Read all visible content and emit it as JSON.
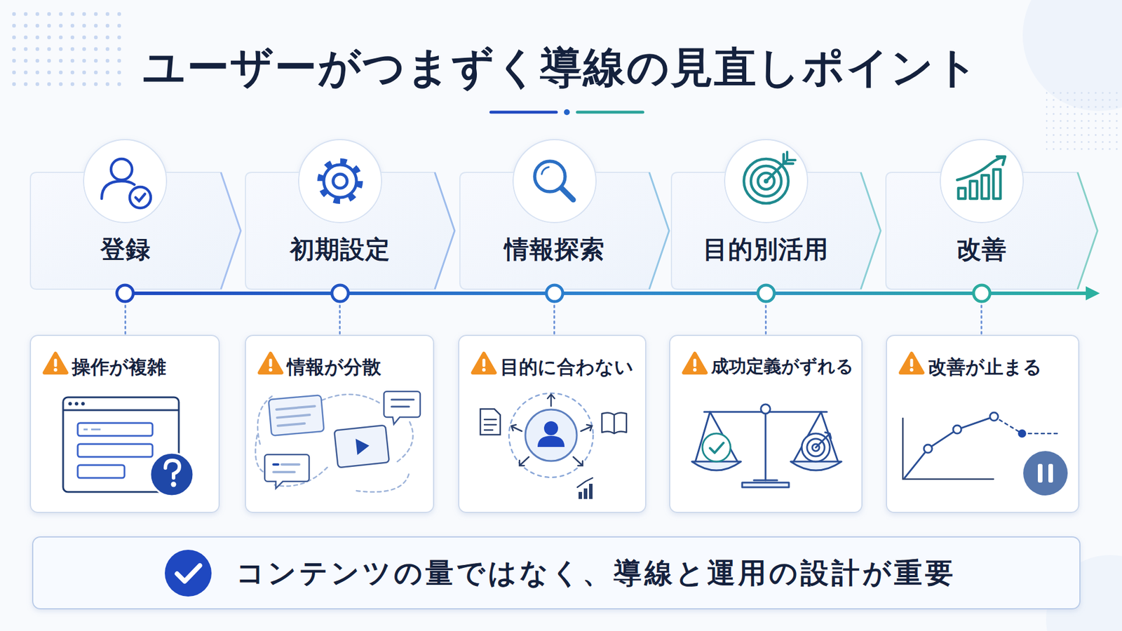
{
  "diagram": {
    "title": "ユーザーがつまずく導線の見直しポイント",
    "nodes": [
      {
        "text": [
          "登録"
        ]
      },
      {
        "text": [
          "初期設定"
        ]
      },
      {
        "text": [
          "情報探索"
        ]
      },
      {
        "text": [
          "目的別活用"
        ]
      },
      {
        "text": [
          "改善"
        ]
      },
      {
        "text": [
          "操作が複雑"
        ]
      },
      {
        "text": [
          "情報が分散"
        ]
      },
      {
        "text": [
          "目的に合わない"
        ]
      },
      {
        "text": [
          "成功定義がずれる"
        ]
      },
      {
        "text": [
          "改善が止まる"
        ]
      },
      {
        "text": [
          "コンテンツの量ではなく、導線と運用の設計が重要"
        ]
      }
    ],
    "edges": [
      {
        "from": 0,
        "to": 5,
        "arrow": "none"
      },
      {
        "from": 1,
        "to": 6,
        "arrow": "none"
      },
      {
        "from": 2,
        "to": 7,
        "arrow": "none"
      },
      {
        "from": 3,
        "to": 8,
        "arrow": "none"
      },
      {
        "from": 4,
        "to": 9,
        "arrow": "none"
      }
    ]
  }
}
